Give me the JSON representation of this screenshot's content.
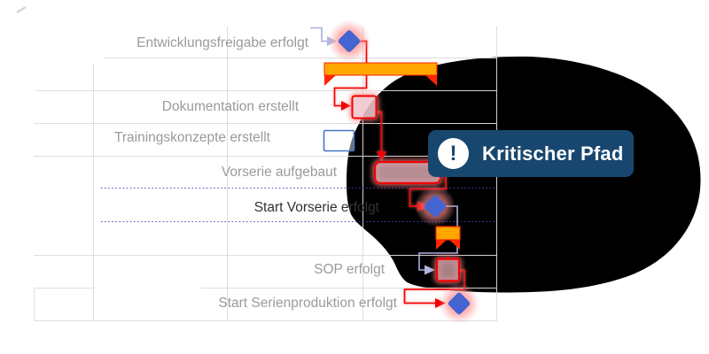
{
  "app": {
    "view": "gantt-chart",
    "language": "de"
  },
  "tooltip": {
    "label": "Kritischer Pfad",
    "icon": "exclamation-icon",
    "icon_glyph": "!",
    "background": "#17476E",
    "text_color": "#FFFFFF"
  },
  "colors": {
    "critical_path": "#F20000",
    "critical_glow": "#FF7A7A",
    "milestone_fill": "#4464D2",
    "summary_bar_fill": "#FFA600",
    "summary_cap": "#FF2600",
    "noncritical_task_border": "#4A74C8",
    "link_line": "#A9AEDE",
    "grid_line": "#DDDDDD",
    "row_highlight_dotted": "#4444BE",
    "label_text": "#9A9A9A",
    "label_text_highlighted": "#323232",
    "blob": "#000000"
  },
  "tasks": [
    {
      "label": "Entwicklungsfreigabe erfolgt",
      "shape": "milestone",
      "critical": true,
      "highlighted": false
    },
    {
      "label": "",
      "shape": "summary-bar",
      "critical": false,
      "highlighted": false
    },
    {
      "label": "Dokumentation erstellt",
      "shape": "task-bar",
      "critical": true,
      "highlighted": false
    },
    {
      "label": "Trainingskonzepte erstellt",
      "shape": "task-bar",
      "critical": false,
      "highlighted": false
    },
    {
      "label": "Vorserie aufgebaut",
      "shape": "task-bar",
      "critical": true,
      "highlighted": false
    },
    {
      "label": "Start Vorserie erfolgt",
      "shape": "milestone",
      "critical": true,
      "highlighted": true
    },
    {
      "label": "",
      "shape": "summary-bar",
      "critical": false,
      "highlighted": false
    },
    {
      "label": "SOP erfolgt",
      "shape": "task-bar",
      "critical": true,
      "highlighted": false
    },
    {
      "label": "Start Serienproduktion erfolgt",
      "shape": "milestone",
      "critical": true,
      "highlighted": false
    }
  ]
}
